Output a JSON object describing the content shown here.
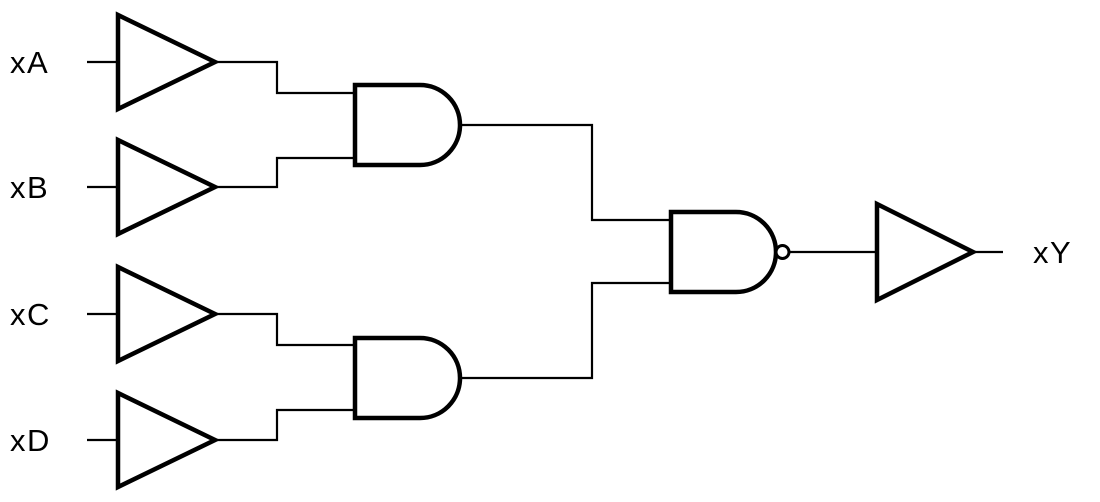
{
  "page": {
    "background_color": "#ffffff",
    "stroke_color": "#000000"
  },
  "diagram": {
    "type": "logic-circuit",
    "labels": {
      "input_a": "xA",
      "input_b": "xB",
      "input_c": "xC",
      "input_d": "xD",
      "output_y": "xY"
    },
    "gates": [
      {
        "id": "buffer-a",
        "type": "buffer",
        "inputs": [
          "xA"
        ]
      },
      {
        "id": "buffer-b",
        "type": "buffer",
        "inputs": [
          "xB"
        ]
      },
      {
        "id": "buffer-c",
        "type": "buffer",
        "inputs": [
          "xC"
        ]
      },
      {
        "id": "buffer-d",
        "type": "buffer",
        "inputs": [
          "xD"
        ]
      },
      {
        "id": "and-1",
        "type": "and",
        "inputs": [
          "buffer-a",
          "buffer-b"
        ]
      },
      {
        "id": "and-2",
        "type": "and",
        "inputs": [
          "buffer-c",
          "buffer-d"
        ]
      },
      {
        "id": "nand-1",
        "type": "nand",
        "inputs": [
          "and-1",
          "and-2"
        ]
      },
      {
        "id": "buffer-y",
        "type": "buffer",
        "inputs": [
          "nand-1"
        ],
        "drives": "xY"
      }
    ]
  }
}
